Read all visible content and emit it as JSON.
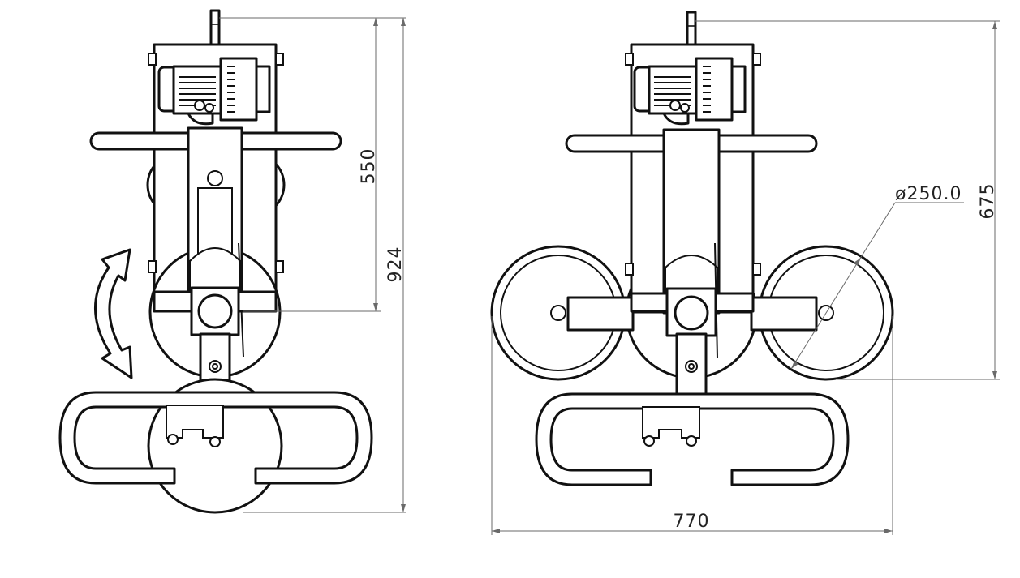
{
  "dimensions": {
    "left_view": {
      "height_upper": "550",
      "height_total": "924"
    },
    "right_view": {
      "height": "675",
      "pad_diameter": "ø250.0",
      "width": "770"
    }
  },
  "colors": {
    "line": "#111111",
    "dimension_line": "#6a6a6a",
    "background": "#ffffff"
  }
}
